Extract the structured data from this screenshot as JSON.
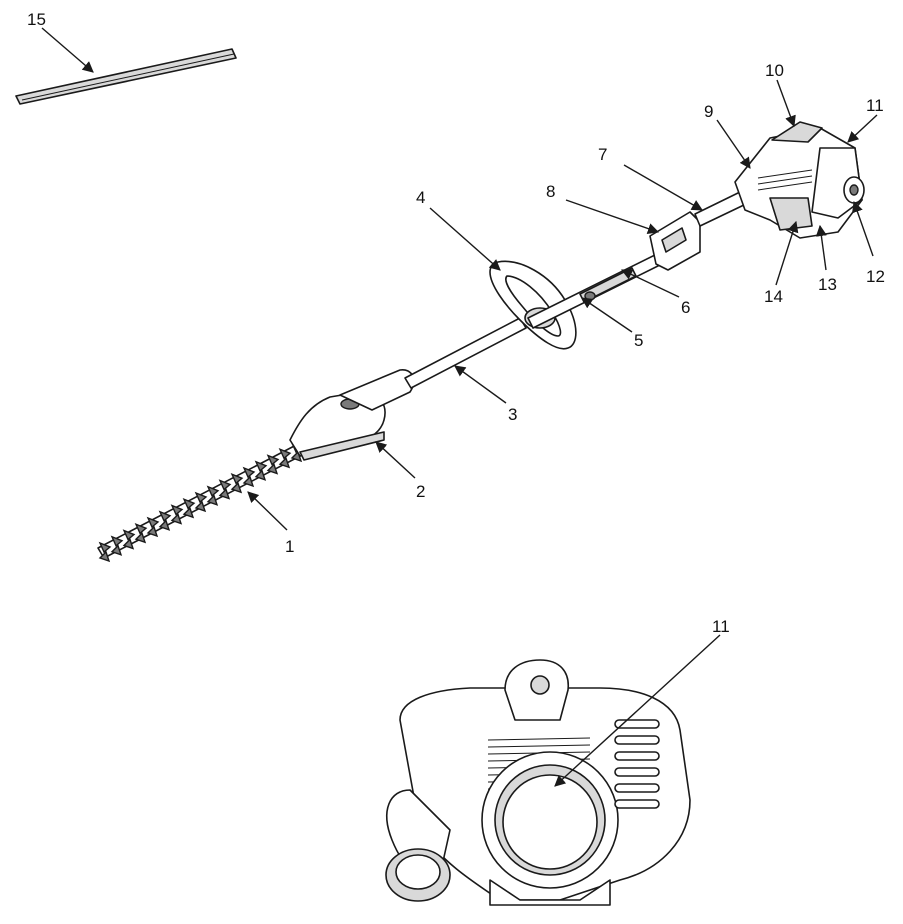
{
  "callouts": [
    {
      "id": "1",
      "label": "1"
    },
    {
      "id": "2",
      "label": "2"
    },
    {
      "id": "3",
      "label": "3"
    },
    {
      "id": "4",
      "label": "4"
    },
    {
      "id": "5",
      "label": "5"
    },
    {
      "id": "6",
      "label": "6"
    },
    {
      "id": "7",
      "label": "7"
    },
    {
      "id": "8",
      "label": "8"
    },
    {
      "id": "9",
      "label": "9"
    },
    {
      "id": "10",
      "label": "10"
    },
    {
      "id": "11",
      "label": "11"
    },
    {
      "id": "12",
      "label": "12"
    },
    {
      "id": "13",
      "label": "13"
    },
    {
      "id": "14",
      "label": "14"
    },
    {
      "id": "15",
      "label": "15"
    },
    {
      "id": "11b",
      "label": "11"
    }
  ],
  "colors": {
    "line": "#1a1a1a",
    "fill": "#ffffff",
    "shade": "#d9d9d9"
  }
}
